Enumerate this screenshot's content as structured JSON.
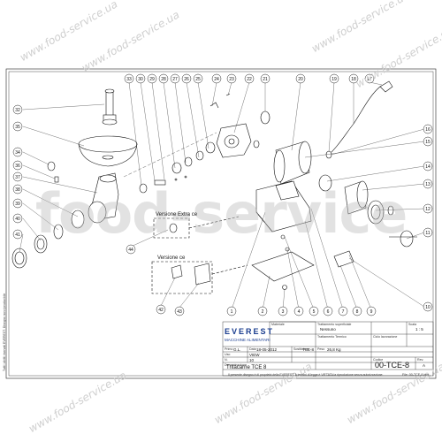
{
  "watermark": {
    "site": "www.food-service.ua",
    "big": "food-service"
  },
  "side_text": "Tutti i diritti riservati EVEREST. Disegno non riproducibile",
  "callouts": {
    "top": [
      "33",
      "30",
      "29",
      "28",
      "27",
      "26",
      "25",
      "24",
      "23",
      "22",
      "21",
      "20",
      "19",
      "18",
      "17"
    ],
    "left": [
      "32",
      "35",
      "34",
      "36",
      "37",
      "38",
      "39",
      "40",
      "41"
    ],
    "right": [
      "16",
      "15",
      "14",
      "13",
      "12",
      "11",
      "10"
    ],
    "bottom": [
      "1",
      "2",
      "3",
      "4",
      "5",
      "6",
      "7",
      "8",
      "9"
    ],
    "extra": [
      "44",
      "42",
      "43"
    ]
  },
  "versions": {
    "extra": "Versione Extra ce",
    "ce": "Versione ce"
  },
  "brand": {
    "name": "EVEREST",
    "subtitle": "MACCHINE ALIMENTARI"
  },
  "title_block": {
    "materiale_label": "Materiale",
    "trattamento_label": "Trattamento superficiale",
    "trattamento_value": "Nessuno",
    "scala_label": "Scala",
    "scala_value": "1 : 5",
    "trattamento_termico_label": "Trattamento Termico",
    "ciclo_label": "Ciclo lavorazione",
    "primo_label": "Primo",
    "primo_value": "G.L.",
    "data_label": "Data",
    "data_value": "18-05-2012",
    "sostituisce_label": "Sostituisce",
    "sostituisce_value": "TCE-8",
    "uso_label": "Uso",
    "uso_value": "VIEW",
    "n_label": "N.",
    "n_value": "10",
    "peso_label": "Peso",
    "peso_value": "26,8 Kg",
    "denominazione_label": "Denominazione",
    "denominazione_value": "Tritacarne TCE 8",
    "codice_label": "Codice",
    "codice_value": "00-TCE-8",
    "rev_label": "Rev.",
    "rev_value": "A",
    "note": "Il presente disegno è di proprietà della EVEREST. A termini di legge è VIETATA la riproduzione senza autorizzazione.",
    "file": "File: 00-TCE-8.iam"
  }
}
